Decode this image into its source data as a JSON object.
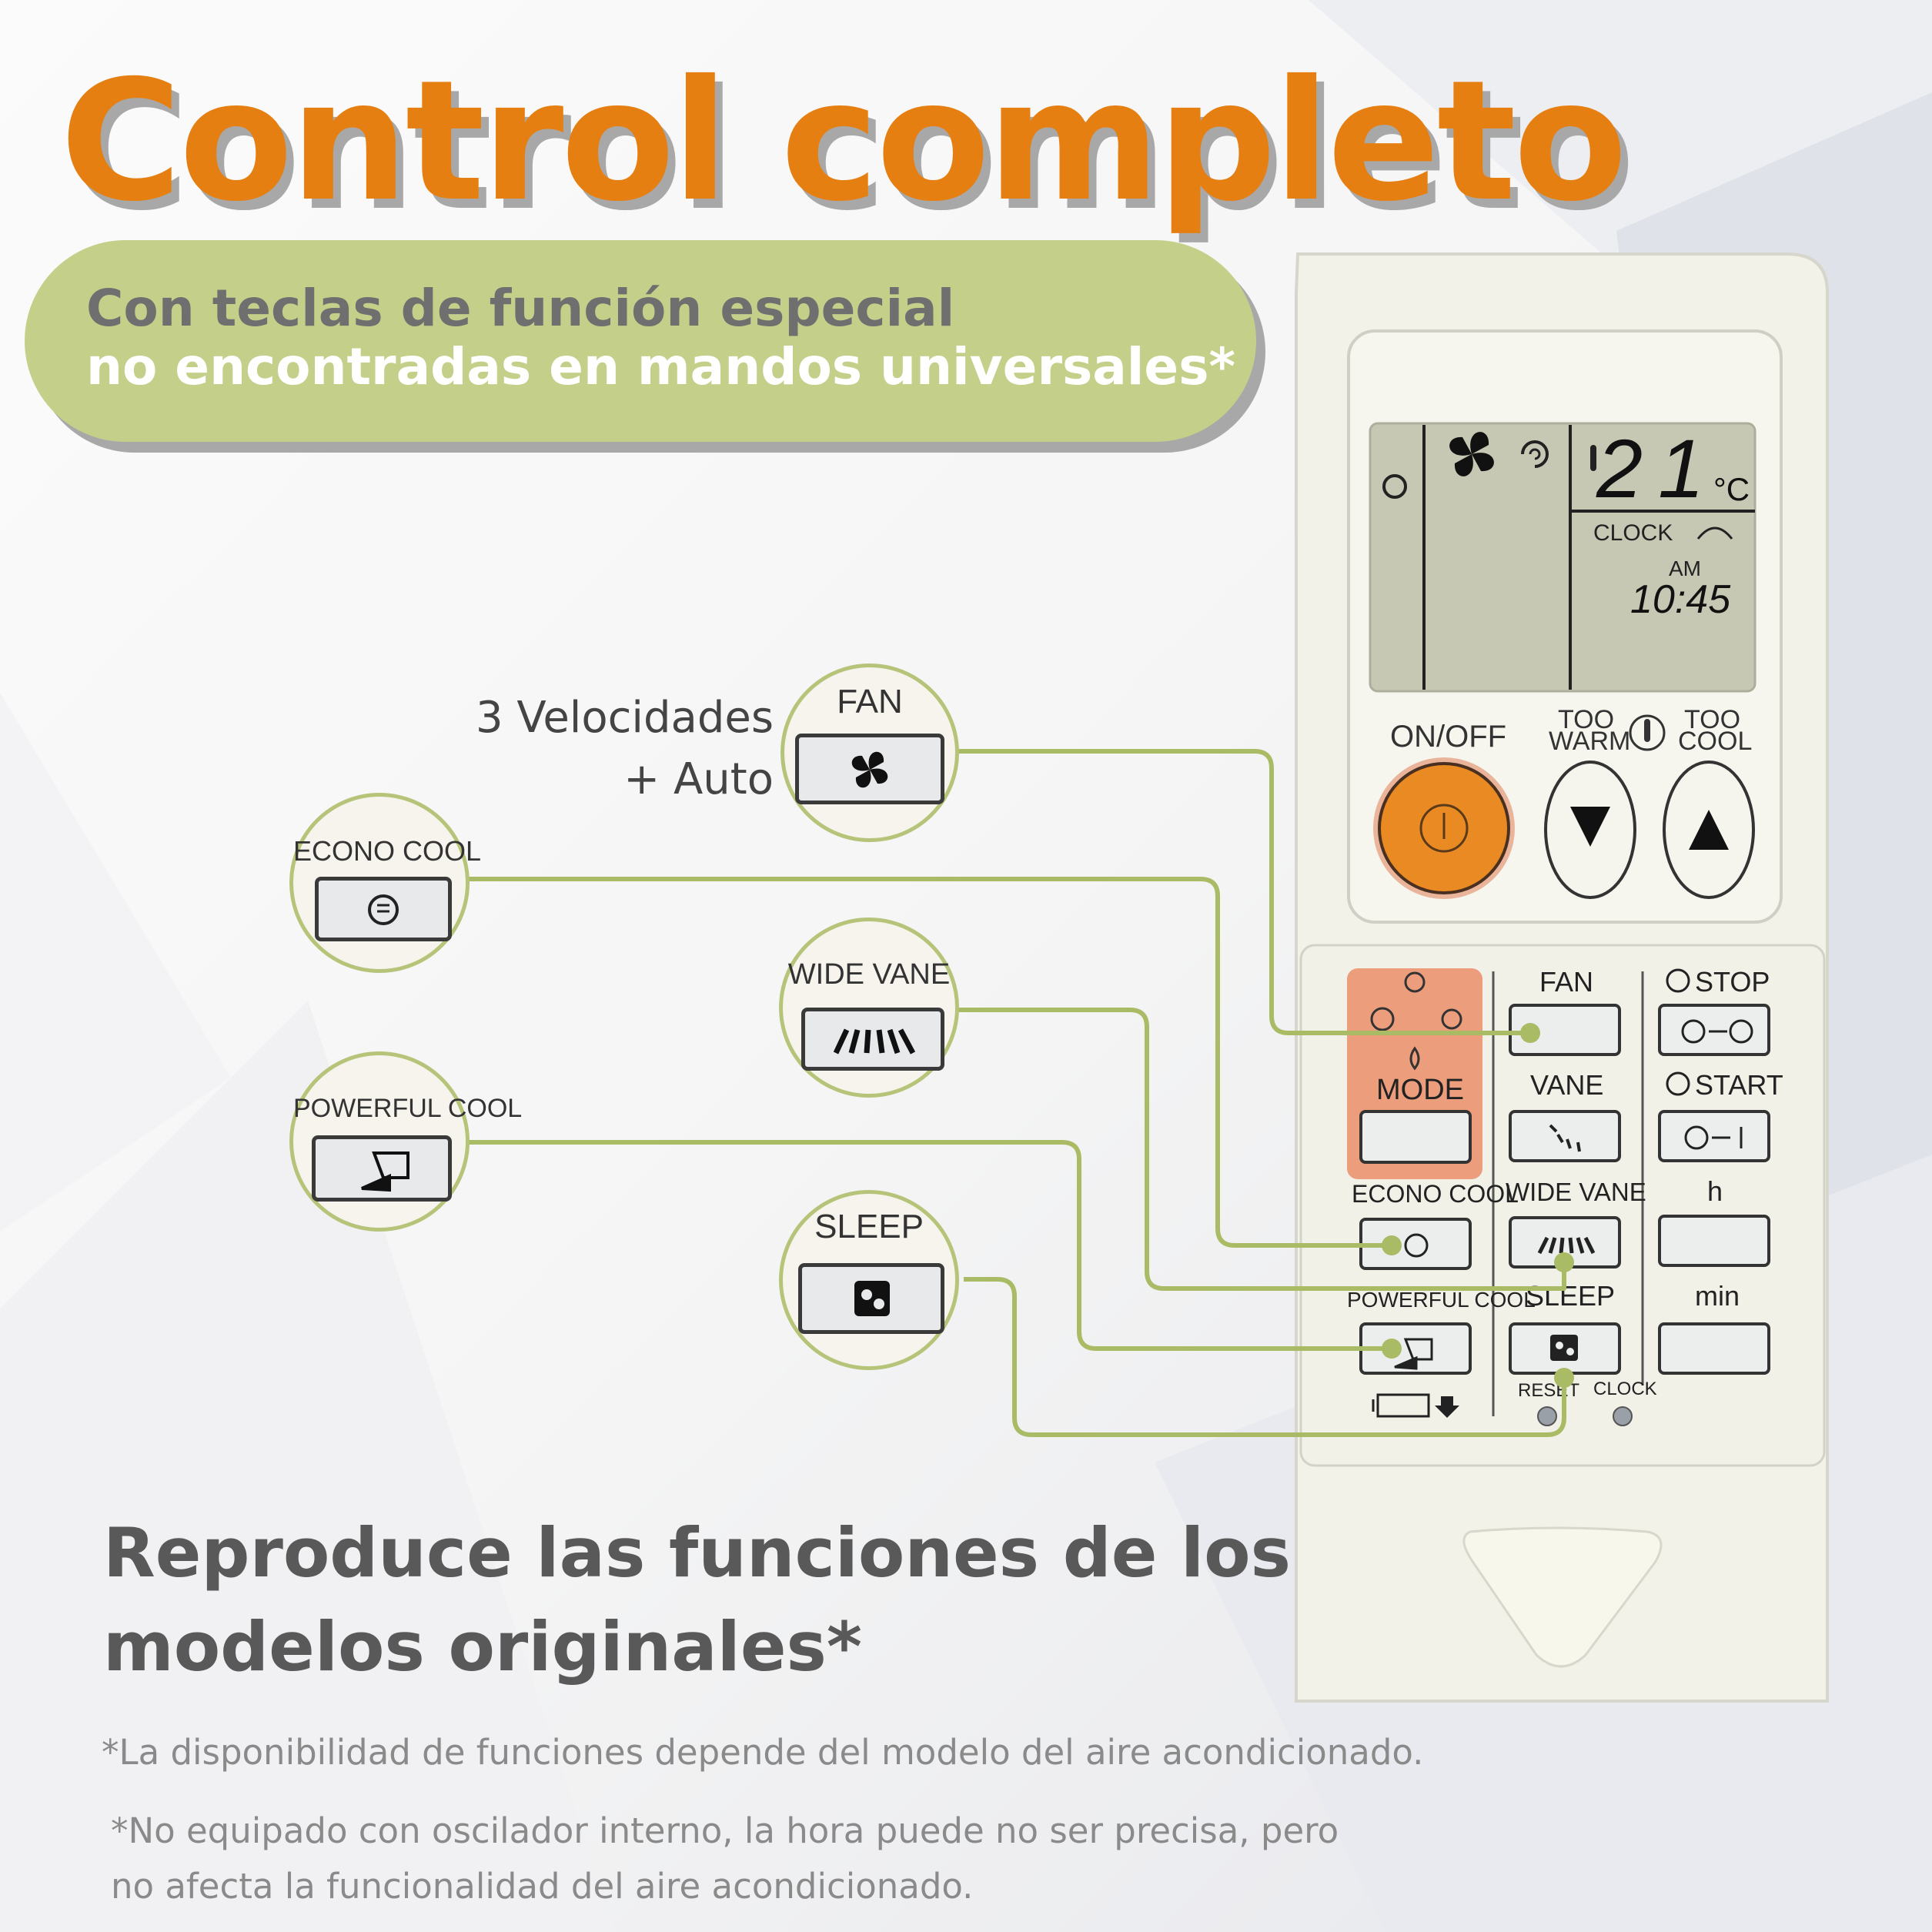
{
  "colors": {
    "accent": "#e67f12",
    "pill": "#c4d08a",
    "connector": "#aabb66",
    "lcd": "#c7c8b4",
    "mode": "#eb9d7c"
  },
  "header": {
    "title": "Control completo",
    "subtitle_line1": "Con teclas de función especial",
    "subtitle_line2": "no encontradas en mandos universales*"
  },
  "fan_note": {
    "line1": "3 Velocidades",
    "line2": "+ Auto"
  },
  "callouts": {
    "fan": "FAN",
    "econo_cool": "ECONO COOL",
    "wide_vane": "WIDE VANE",
    "powerful_cool": "POWERFUL COOL",
    "sleep": "SLEEP"
  },
  "remote": {
    "lcd": {
      "temp": "21",
      "unit": "°C",
      "clock_label": "CLOCK",
      "ampm": "AM",
      "time": "10:45"
    },
    "on_off": "ON/OFF",
    "too_warm_1": "TOO",
    "too_warm_2": "WARM",
    "too_cool_1": "TOO",
    "too_cool_2": "COOL",
    "mode": "MODE",
    "fan": "FAN",
    "vane": "VANE",
    "wide_vane": "WIDE VANE",
    "sleep": "SLEEP",
    "econo_cool": "ECONO COOL",
    "powerful_cool": "POWERFUL COOL",
    "stop": "STOP",
    "start": "START",
    "h": "h",
    "min": "min",
    "reset": "RESET",
    "clock": "CLOCK"
  },
  "bottom": {
    "headline_line1": "Reproduce las funciones de los",
    "headline_line2": "modelos originales*",
    "note1": "*La disponibilidad de funciones depende del modelo del aire acondicionado.",
    "note2_line1": "*No equipado con oscilador interno, la hora puede no ser precisa, pero",
    "note2_line2": "no afecta la funcionalidad del aire acondicionado."
  }
}
